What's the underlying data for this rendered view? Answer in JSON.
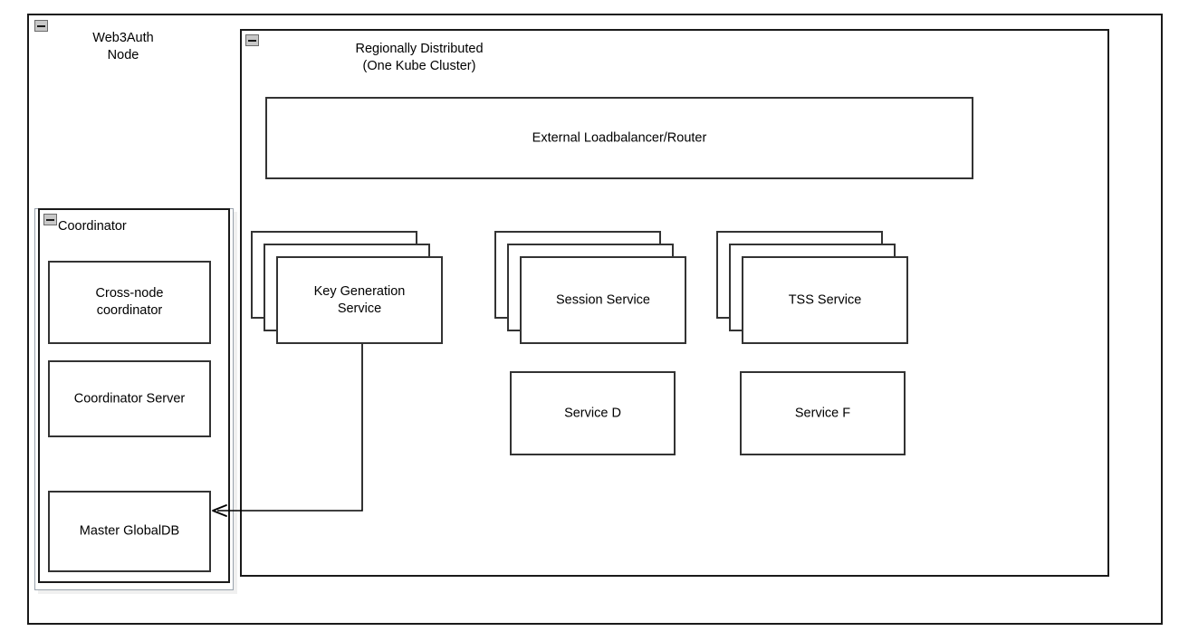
{
  "diagram": {
    "type": "architecture-diagram",
    "background": "#ffffff",
    "stroke_color": "#333333",
    "fill_color": "#ffffff"
  },
  "outer_container": {
    "label": "Web3Auth\nNode",
    "collapse_icon": "minus-square-icon"
  },
  "cluster_container": {
    "label": "Regionally Distributed\n(One Kube Cluster)",
    "collapse_icon": "minus-square-icon"
  },
  "coordinator_container": {
    "label": "Coordinator",
    "collapse_icon": "minus-square-icon",
    "selected": true,
    "children": [
      {
        "id": "cross-node-coordinator",
        "label": "Cross-node\ncoordinator"
      },
      {
        "id": "coordinator-server",
        "label": "Coordinator Server"
      },
      {
        "id": "master-globaldb",
        "label": "Master GlobalDB"
      }
    ]
  },
  "loadbalancer": {
    "label": "External Loadbalancer/Router"
  },
  "services": {
    "stacked": [
      {
        "id": "key-generation-service",
        "label": "Key Generation\nService",
        "replicas": 3
      },
      {
        "id": "session-service",
        "label": "Session Service",
        "replicas": 3
      },
      {
        "id": "tss-service",
        "label": "TSS Service",
        "replicas": 3
      }
    ],
    "single": [
      {
        "id": "service-d",
        "label": "Service D"
      },
      {
        "id": "service-f",
        "label": "Service F"
      }
    ]
  },
  "connectors": [
    {
      "id": "keygen-to-masterdb",
      "from": "key-generation-service",
      "to": "master-globaldb",
      "arrowhead": "open-arrow-left",
      "label": ""
    }
  ]
}
